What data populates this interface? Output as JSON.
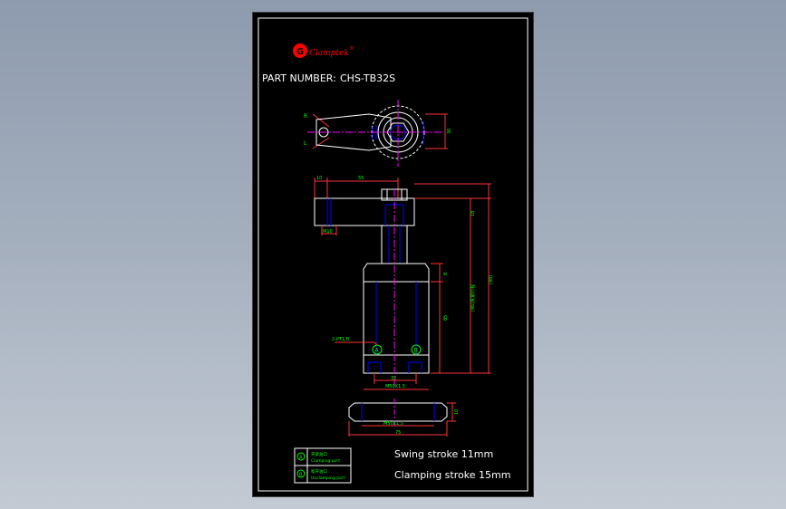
{
  "logo": {
    "brand": "Clamptek",
    "trademark": "®"
  },
  "part_number": {
    "label": "PART NUMBER:",
    "value": "CHS-TB32S"
  },
  "dims": {
    "arm_end": "10",
    "arm_length": "55",
    "arm_height": "18",
    "thread_m10": "M10",
    "top_dim": "8",
    "stroke_total": "(48)",
    "body_height": "85",
    "clamp_dim": "(46)夹紧行程",
    "bolt_spacing": "32",
    "body_thread": "M50X1.5",
    "nut_thread": "M50X1.5",
    "nut_width": "75",
    "nut_height": "10",
    "hole_width": "30",
    "port_label": "2-PT1/8"
  },
  "markers": {
    "a": "A",
    "b": "B",
    "r": "R",
    "l": "L"
  },
  "legend": [
    {
      "marker": "A",
      "cn": "夹紧油口",
      "en": "Clamping port"
    },
    {
      "marker": "B",
      "cn": "松开油口",
      "en": "Unclamping port"
    }
  ],
  "specs": {
    "swing_stroke": "Swing stroke 11mm",
    "clamping_stroke": "Clamping stroke 15mm"
  },
  "colors": {
    "outline": "#ffffff",
    "centerline": "#ff00ff",
    "hidden": "#0000ff",
    "dimension": "#ff3333",
    "text_dim": "#00ff00",
    "logo": "#ff0000"
  }
}
